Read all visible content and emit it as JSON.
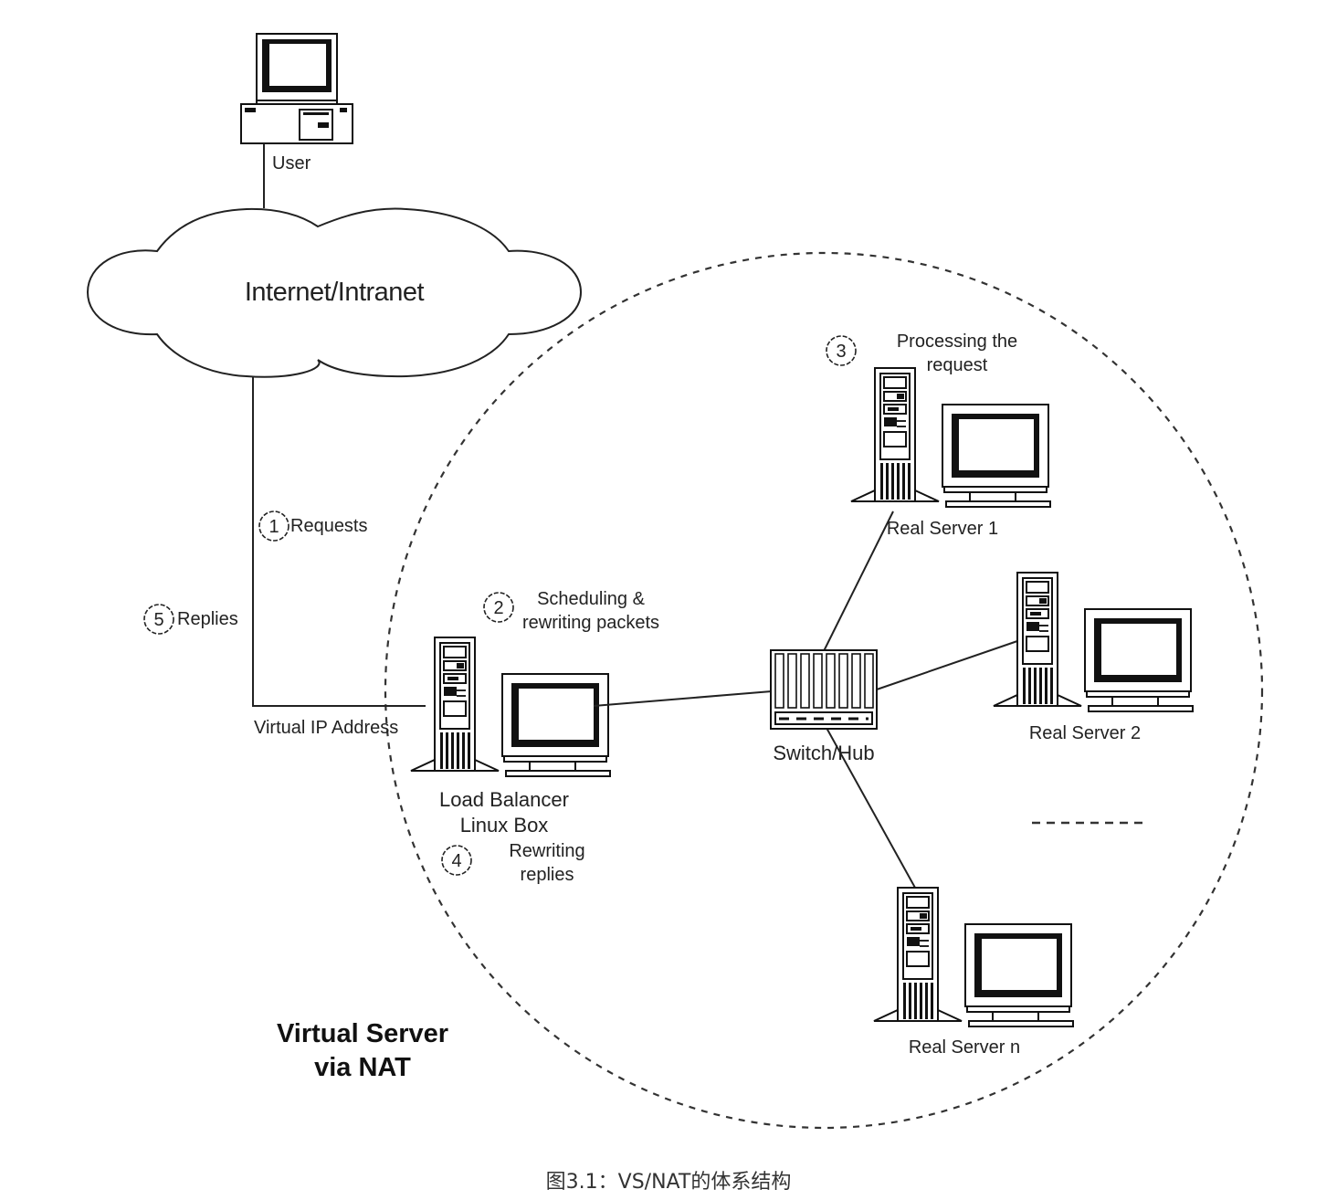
{
  "diagram": {
    "title_line1": "Virtual Server",
    "title_line2": "via NAT",
    "caption": "图3.1：VS/NAT的体系结构",
    "cloud_label": "Internet/Intranet",
    "nodes": {
      "user": {
        "label": "User",
        "icon": "desktop-computer-icon"
      },
      "load_balancer": {
        "label_line1": "Load Balancer",
        "label_line2": "Linux Box",
        "icon": "server-tower-with-monitor-icon"
      },
      "switch": {
        "label": "Switch/Hub",
        "icon": "switch-hub-icon"
      },
      "real_server_1": {
        "label": "Real Server 1",
        "icon": "server-tower-with-monitor-icon"
      },
      "real_server_2": {
        "label": "Real Server 2",
        "icon": "server-tower-with-monitor-icon"
      },
      "real_server_n": {
        "label": "Real Server n",
        "icon": "server-tower-with-monitor-icon"
      }
    },
    "vip_label": "Virtual IP Address",
    "steps": [
      {
        "number": "1",
        "label": "Requests"
      },
      {
        "number": "2",
        "label_line1": "Scheduling &",
        "label_line2": "rewriting packets"
      },
      {
        "number": "3",
        "label_line1": "Processing the",
        "label_line2": "request"
      },
      {
        "number": "4",
        "label_line1": "Rewriting",
        "label_line2": "replies"
      },
      {
        "number": "5",
        "label": "Replies"
      }
    ],
    "colors": {
      "line": "#222222",
      "background": "#ffffff",
      "text": "#222222"
    }
  }
}
